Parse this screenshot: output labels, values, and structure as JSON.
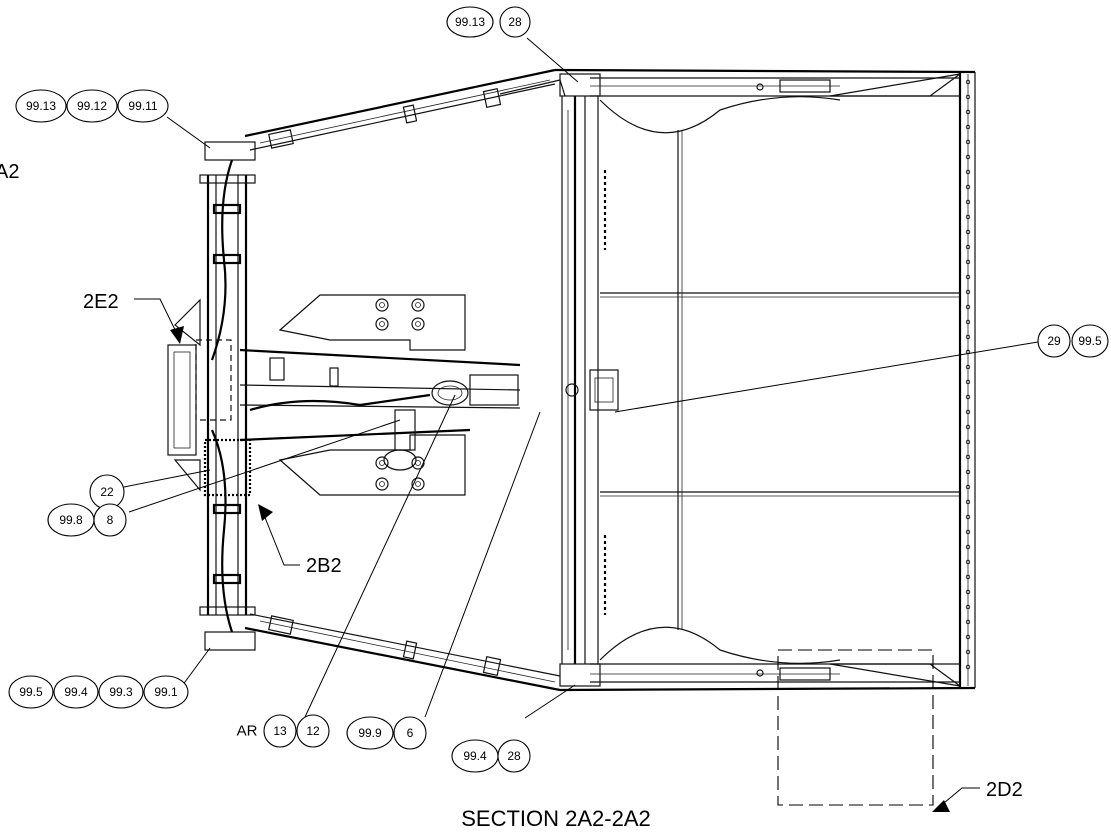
{
  "title": "SECTION 2A2-2A2",
  "partial_label_left": "A2",
  "view_refs": {
    "r2E2": "2E2",
    "r2B2": "2B2",
    "r2D2": "2D2"
  },
  "prefix_ar": "AR",
  "balloons": {
    "top_group": [
      "99.13",
      "28"
    ],
    "top_left_group": [
      "99.13",
      "99.12",
      "99.11"
    ],
    "right_group": [
      "29",
      "99.5"
    ],
    "b22": "22",
    "left_mid_group": [
      "99.8",
      "8"
    ],
    "bottom_left_group": [
      "99.5",
      "99.4",
      "99.3",
      "99.1"
    ],
    "ar_group": [
      "13",
      "12"
    ],
    "b999_group": [
      "99.9",
      "6"
    ],
    "bottom_group": [
      "99.4",
      "28"
    ]
  }
}
